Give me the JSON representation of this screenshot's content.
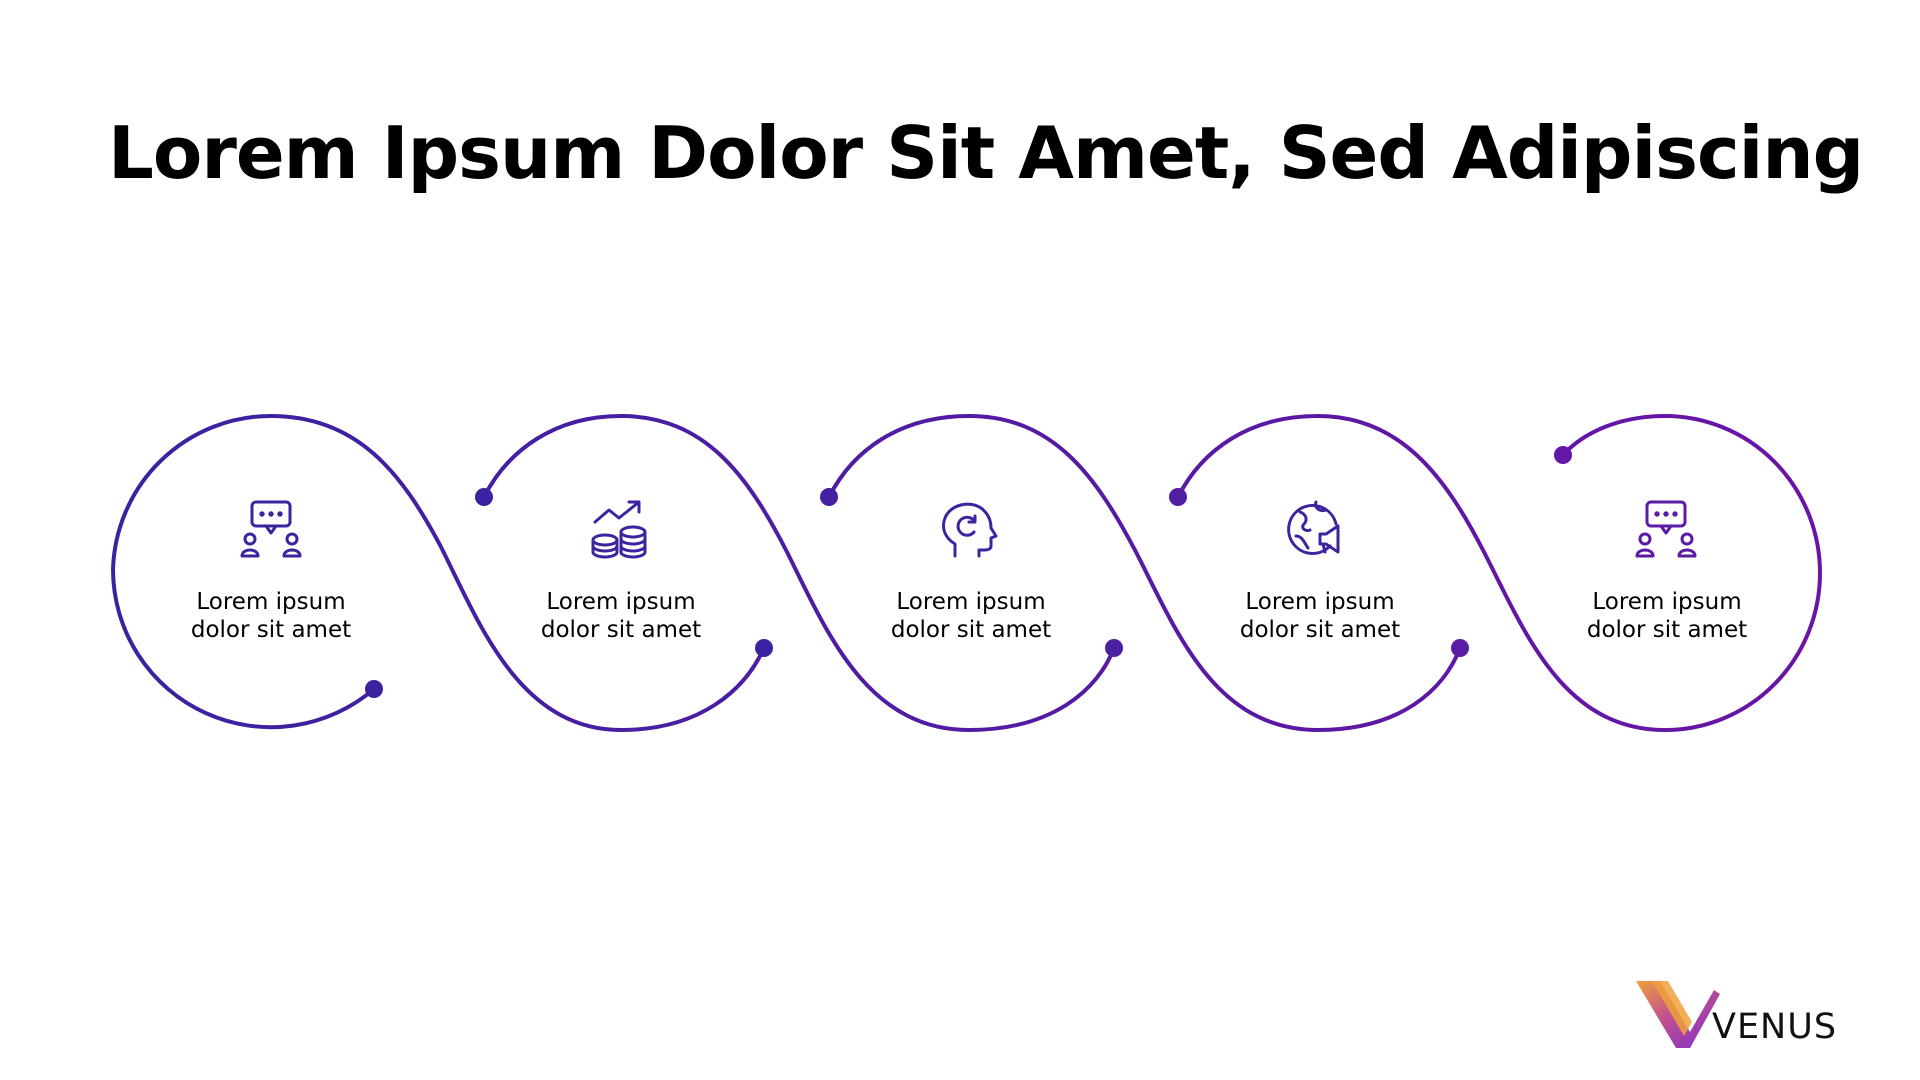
{
  "title": "Lorem Ipsum Dolor Sit Amet, Sed Adipiscing",
  "colors": {
    "gradient_start": "#3a22a0",
    "gradient_end": "#6a14a6",
    "icon": "#3d249e",
    "text": "#000000",
    "logo_orange": "#e8893a",
    "logo_purple": "#7a2bd0"
  },
  "steps": [
    {
      "icon": "chat-people-icon",
      "line1": "Lorem ipsum",
      "line2": "dolor sit amet"
    },
    {
      "icon": "coins-growth-icon",
      "line1": "Lorem ipsum",
      "line2": "dolor sit amet"
    },
    {
      "icon": "head-refresh-icon",
      "line1": "Lorem ipsum",
      "line2": "dolor sit amet"
    },
    {
      "icon": "globe-megaphone-icon",
      "line1": "Lorem ipsum",
      "line2": "dolor sit amet"
    },
    {
      "icon": "chat-people-icon",
      "line1": "Lorem ipsum",
      "line2": "dolor sit amet"
    }
  ],
  "logo": {
    "text": "VENUS"
  }
}
